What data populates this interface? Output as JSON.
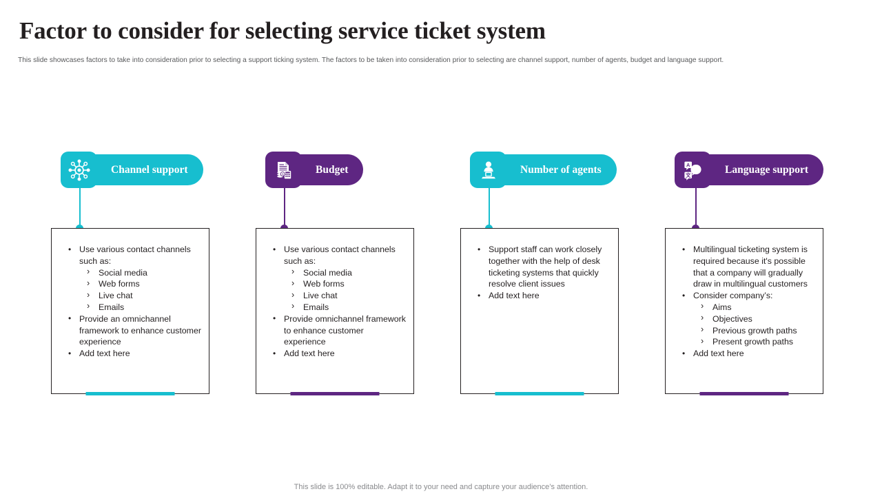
{
  "slide": {
    "title": "Factor to consider for selecting service ticket system",
    "subtitle": "This slide showcases factors to take into consideration prior to selecting a support ticking system. The factors to be taken into consideration prior to selecting are channel support, number of agents, budget and language support.",
    "footer": "This slide is 100% editable. Adapt it to your need and capture your audience’s attention."
  },
  "colors": {
    "cyan": "#17becf",
    "purple": "#5e2682",
    "text": "#231f20",
    "subtitle_text": "#58595b",
    "footer_text": "#898a8d",
    "box_border": "#231f20",
    "background": "#ffffff"
  },
  "columns": [
    {
      "id": "channel-support",
      "label": "Channel support",
      "icon": "network-hub-icon",
      "color": "#17becf",
      "items": [
        {
          "text": "Use various contact channels such as:",
          "sub": [
            "Social media",
            "Web forms",
            "Live chat",
            "Emails"
          ]
        },
        {
          "text": "Provide an omnichannel framework to enhance customer experience",
          "sub": []
        },
        {
          "text": "Add text here",
          "sub": []
        }
      ]
    },
    {
      "id": "budget",
      "label": "Budget",
      "icon": "budget-document-calculator-icon",
      "color": "#5e2682",
      "items": [
        {
          "text": "Use various contact channels such as:",
          "sub": [
            "Social media",
            "Web forms",
            "Live chat",
            "Emails"
          ]
        },
        {
          "text": "Provide omnichannel framework to enhance customer experience",
          "sub": []
        },
        {
          "text": "Add text here",
          "sub": []
        }
      ]
    },
    {
      "id": "number-of-agents",
      "label": "Number of agents",
      "icon": "agent-at-laptop-icon",
      "color": "#17becf",
      "items": [
        {
          "text": "Support staff can work closely together with the help of desk ticketing systems that quickly resolve client issues",
          "sub": []
        },
        {
          "text": "Add text here",
          "sub": []
        }
      ]
    },
    {
      "id": "language-support",
      "label": "Language support",
      "icon": "translation-speech-bubbles-icon",
      "color": "#5e2682",
      "items": [
        {
          "text": "Multilingual ticketing system is required because it's possible that a company will  gradually draw in multilingual customers",
          "sub": []
        },
        {
          "text": "Consider company’s:",
          "sub": [
            "Aims",
            "Objectives",
            "Previous growth paths",
            "Present growth paths"
          ]
        },
        {
          "text": "Add text here",
          "sub": []
        }
      ]
    }
  ]
}
